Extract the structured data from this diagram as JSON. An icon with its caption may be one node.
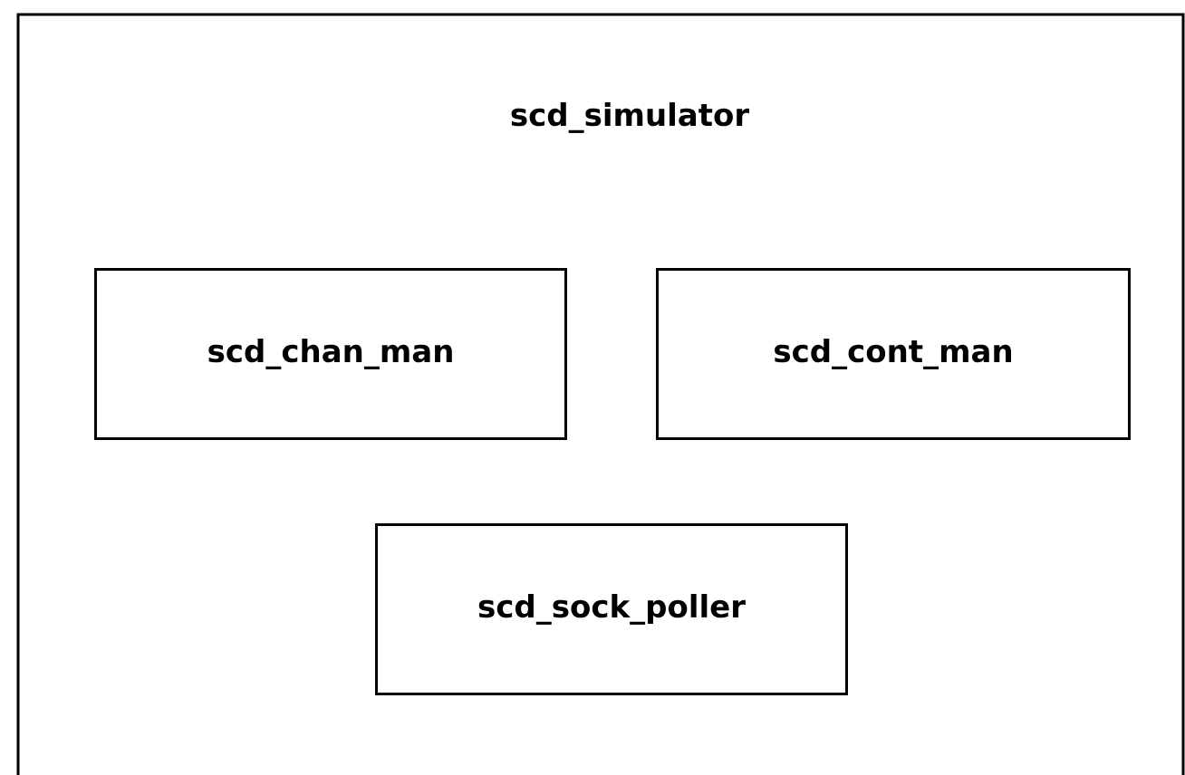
{
  "diagram": {
    "nodes": [
      {
        "text": [
          "scd_simulator"
        ]
      },
      {
        "text": [
          "scd_chan_man"
        ],
        "in": 0
      },
      {
        "text": [
          "scd_cont_man"
        ],
        "in": 0
      },
      {
        "text": [
          "scd_sock_poller"
        ],
        "in": 0
      }
    ]
  }
}
